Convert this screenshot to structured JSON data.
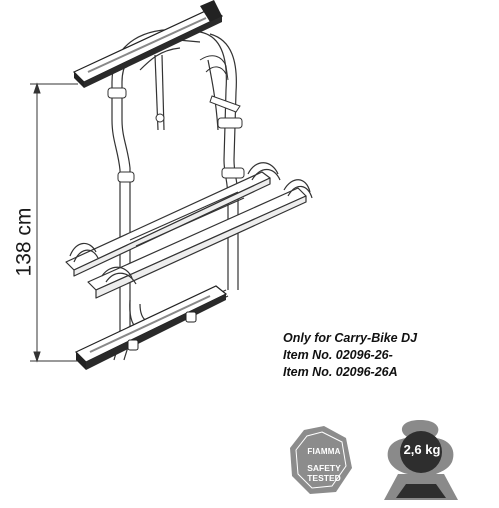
{
  "dimension": {
    "height_label": "138 cm"
  },
  "compatibility": {
    "line1": "Only for Carry-Bike DJ",
    "line2": "Item No. 02096-26-",
    "line3": "Item No. 02096-26A"
  },
  "certification": {
    "brand": "FIAMMA",
    "line1": "SAFETY",
    "line2": "TESTED"
  },
  "weight_badge": {
    "value": "2,6 kg"
  },
  "colors": {
    "line": "#333333",
    "rail": "#222222",
    "badge_gray": "#8c8c8c",
    "weight_dark": "#2e2e2e"
  }
}
